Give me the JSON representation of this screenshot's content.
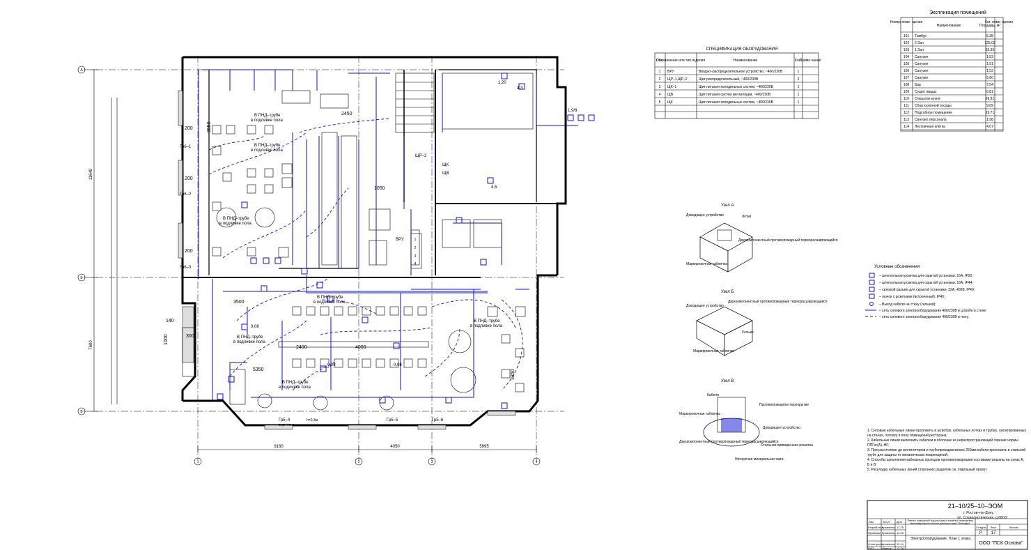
{
  "plan": {
    "dims_top": [
      "9160",
      "4050",
      "5995"
    ],
    "dims_left": [
      "11640",
      "7600"
    ],
    "axes_vertical": [
      "1",
      "2",
      "3",
      "4"
    ],
    "axes_horizontal": [
      "А",
      "Б",
      "В"
    ],
    "labels": {
      "pnd1": "В ПНД–трубе",
      "pnd1b": "в подливке пола",
      "pnd2": "В ПНД–трубе",
      "pnd2b": "в подливке пола",
      "pnd3": "В ПНД–трубе",
      "pnd3b": "в подливке пола",
      "pnd4": "В ПНД–трубе",
      "pnd4b": "в подливке пола",
      "pnd5": "В ПНД–трубе",
      "pnd5b": "в подливке пола",
      "pnd6": "В ПНД–трубе",
      "pnd6b": "в подливке пола",
      "pnd7": "В ПНД–трубе",
      "pnd7b": "в подливке пола",
      "d3500": "3500",
      "d2400": "2400",
      "d4000": "4000",
      "d5350": "5350",
      "d2450": "2450",
      "d3550": "3550",
      "d200a": "200",
      "d200b": "200",
      "d200c": "200",
      "d140": "140",
      "d1000": "1000",
      "d300": "300",
      "d1050": "1050",
      "d3350": "3350",
      "shr": "ЩР–2",
      "shk": "ЩК",
      "shv": "ЩВ",
      "vru": "ВРУ",
      "gr1": "Гр6–1",
      "gr2": "Гр6–2",
      "gr3": "Гр6–3",
      "gr4": "Гр5–4",
      "gr5": "Гр5–5",
      "gr6": "Гр5–6",
      "ht": "верх окна",
      "h0": "h=0,3м",
      "room1": "1,20",
      "room2": "4,3",
      "r3": "1,9/8",
      "r4": "0,08",
      "r5": "0,08",
      "r6": "0,08",
      "r7": "4,5"
    }
  },
  "spec": {
    "title": "СПЕЦИФИКАЦИЯ ОБОРУДОВАНИЯ",
    "headers": [
      "Поз.",
      "Обозначение или тип изделия",
      "Наименование",
      "Кол.",
      "Приме чание"
    ],
    "rows": [
      [
        "1",
        "ВРУ",
        "Вводно–распределительное устройство, ~400/230В",
        "1",
        ""
      ],
      [
        "2",
        "ЩР–1,ЩР–2",
        "Щит распределительный, ~400/230В",
        "2",
        ""
      ],
      [
        "3",
        "ЩК–1",
        "Щит питания холодильных систем, ~400/230В",
        "1",
        ""
      ],
      [
        "4",
        "ЩВ",
        "Щит питания систем вентиляции, ~400/230В",
        "1",
        ""
      ],
      [
        "5",
        "ЩК",
        "Щит питания холодильных систем, ~400/230В",
        "1",
        ""
      ]
    ]
  },
  "rooms": {
    "title": "Экспликация помещений",
    "headers": [
      "Номер поме- щения",
      "Наименование",
      "Площадь, м²",
      "Кат. поме- щения"
    ],
    "rows": [
      [
        "101",
        "Тамбур",
        "5,38",
        ""
      ],
      [
        "102",
        "2 Зал",
        "125,03",
        ""
      ],
      [
        "103",
        "1 Зал",
        "63,35",
        ""
      ],
      [
        "104",
        "Санузел",
        "1,53",
        ""
      ],
      [
        "105",
        "Санузел",
        "1,51",
        ""
      ],
      [
        "106",
        "Санузел",
        "1,53",
        ""
      ],
      [
        "107",
        "Санузел",
        "5,60",
        ""
      ],
      [
        "108",
        "Бар",
        "7,54",
        ""
      ],
      [
        "109",
        "Сушит пиццы",
        "6,81",
        ""
      ],
      [
        "110",
        "Открытая кухня",
        "26,81",
        ""
      ],
      [
        "111",
        "Сбор кухонной посуды",
        "9,09",
        ""
      ],
      [
        "112",
        "Подсобное помещение",
        "19,71",
        ""
      ],
      [
        "113",
        "Санузел персонала",
        "1,38",
        ""
      ],
      [
        "114",
        "Лестничная клетка",
        "4,07",
        ""
      ]
    ]
  },
  "nodes": {
    "a": {
      "title": "Узел А",
      "l1": "Лотки",
      "l2": "Двухкомпонентный противопожарный терморасширяющийся",
      "l3": "Доводящее устройство",
      "l4": "Маркировочная табличка"
    },
    "b": {
      "title": "Узел Б",
      "l1": "Двухкомпонентный противопожарный терморасширяющийся",
      "l2": "Доводящее устройство",
      "l3": "Гильзы",
      "l4": "Маркировочная табличка"
    },
    "c": {
      "title": "Узел В",
      "l1": "Кабели",
      "l2": "Противопожарное перекрытие",
      "l3": "Маркировочная табличка",
      "l4": "Доводящее устройство",
      "l5": "Двухкомпонентный противопожарный терморасширяющийся",
      "l6": "Стальная приваренная решетка",
      "l7": "Негорючая минеральная вата"
    }
  },
  "legend": {
    "title": "Условные обозначения:",
    "items": [
      "– штепсельная розетка для скрытой установки, 16А, IP20;",
      "– штепсельная розетка для скрытой установки, 16А, IP44;",
      "– силовой разъем для скрытой установки; 32А, 400В, IP40;",
      "– лючок с розетками (встроенный), IP40;",
      "– Выход кабеля на стену (гильзой);",
      "– сеть силового электрооборудования 400/230В в штробе в стене;",
      "– сеть силового электрооборудования 400/230В в полу."
    ]
  },
  "notes": [
    "1. Силовые кабельные линии проложить в штробах, кабельных лотках и трубах, смонтированных на стенах, потолку и полу помещений ресторана;",
    "2. Кабельные линии выполнить кабелем в оболочке из нераспространяющей горение нормы ППГнг(А)–HF;",
    "3. При расстоянии до вентиляторов и трубопроводов менее 250мм кабели проложить в стальной трубе для защиты от механических повреждений;",
    "4. Способы заполнения кабельных проходов противопожарными составами указаны на узлах А, Б и В;",
    "5. Раскладку кабельных линий сторонних разделов см. отдельный проект."
  ],
  "stamp": {
    "code": "21–10/25–10–ЭОМ",
    "addr1": "г. Ростов–на–Дону,",
    "addr2": "ул. Социалистическая, д.68/19",
    "hdr": [
      "Изм.",
      "Кол.уч",
      "Лист",
      "№док.",
      "Подп.",
      "Дата"
    ],
    "r1": [
      "Разработал",
      "Кравченко",
      "",
      "12.25"
    ],
    "r2": [
      "Проверил",
      "Кравченко",
      "",
      "12.25"
    ],
    "r3": [
      "Н.контроль",
      "Кравченко",
      "",
      "12.24"
    ],
    "r4": [
      "ГИП",
      "Иванов",
      "",
      "12.24"
    ],
    "desc": "Ремонт помещений под ресторан в нежилых помещениях многоквартирного жилого дома ресторан \"Палладио\"",
    "sheet_name": "Электрооборудование. План 1 этажа",
    "stage_h": [
      "Стадия",
      "Лист",
      "Листов"
    ],
    "stage": [
      "Р",
      "17",
      ""
    ],
    "org": "ООО \"ПСК Основа\""
  },
  "colors": {
    "wires": "#1010d0",
    "lines": "#000000",
    "bg": "#ffffff"
  }
}
